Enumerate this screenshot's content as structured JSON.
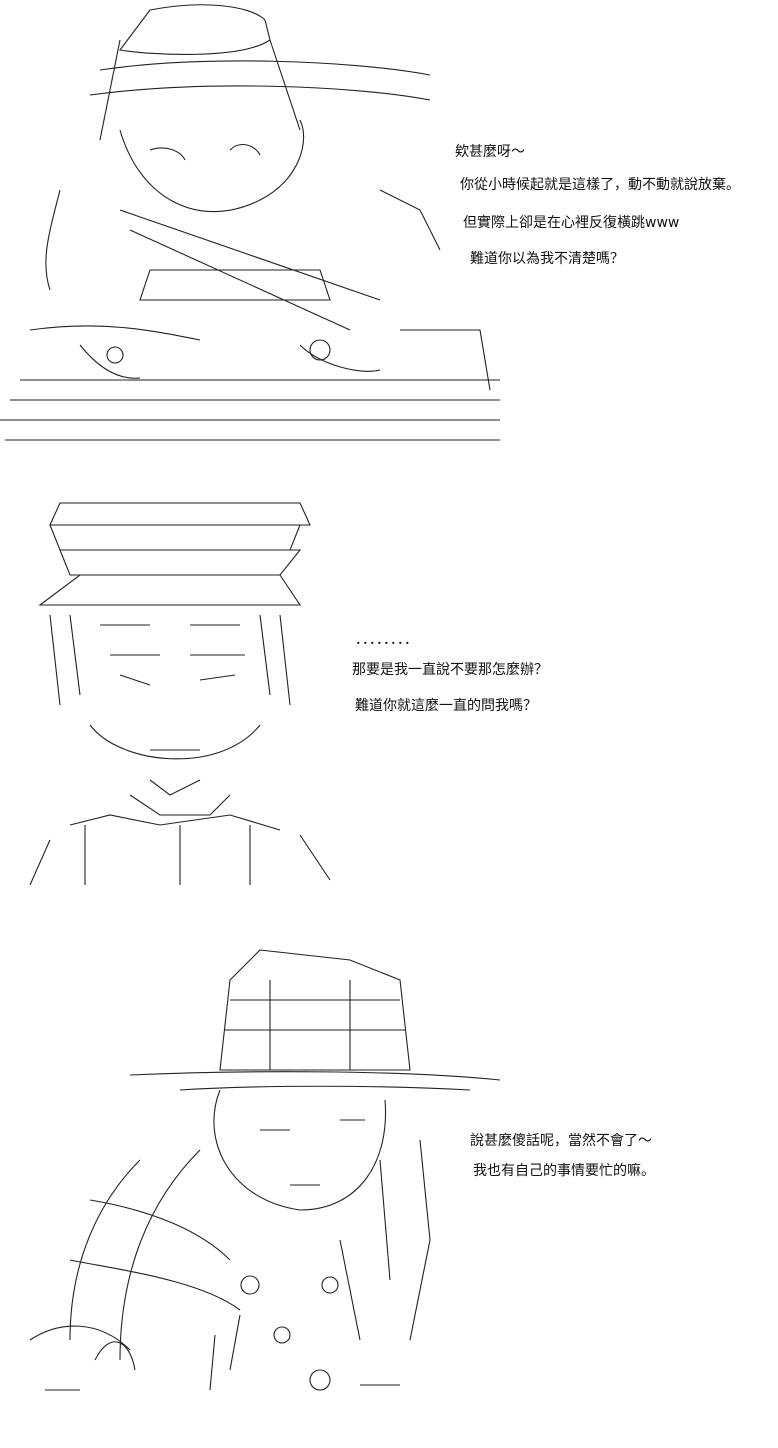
{
  "panels": [
    {
      "lines": [
        "欸甚麼呀～",
        "你從小時候起就是這樣了，動不動就說放棄。",
        "但實際上卻是在心裡反復橫跳www",
        "難道你以為我不清楚嗎？"
      ]
    },
    {
      "lines": [
        "．．．．．．．．",
        "那要是我一直說不要那怎麼辦？",
        "難道你就這麼一直的問我嗎？"
      ]
    },
    {
      "lines": [
        "說甚麼傻話呢，當然不會了～",
        "我也有自己的事情要忙的嘛。"
      ]
    }
  ]
}
